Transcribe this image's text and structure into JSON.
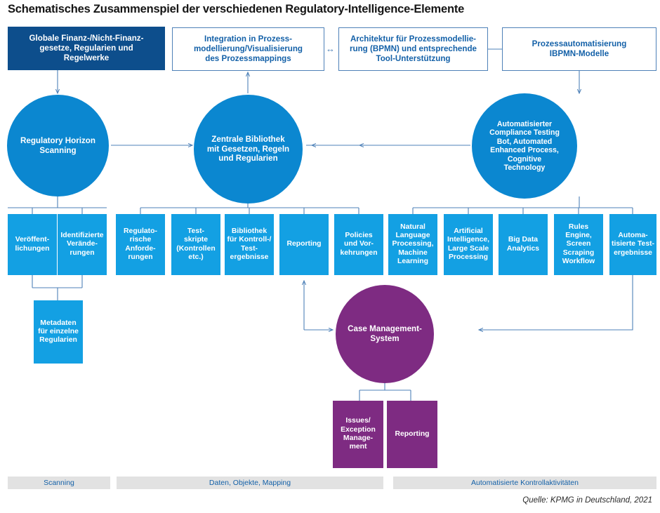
{
  "title": "Schematisches Zusammenspiel der verschiedenen Regulatory-Intelligence-Elemente",
  "source": "Quelle: KPMG in Deutschland, 2021",
  "colors": {
    "dark_blue": "#0d4e8c",
    "circle_blue": "#0b87d0",
    "chip_blue": "#13a0e3",
    "purple": "#7e2b82",
    "outline_blue": "#4e81b8",
    "text_blue": "#1461a8",
    "legend_grey": "#e2e2e2"
  },
  "top_row": [
    {
      "label": "Globale Finanz-/Nicht-Finanz-\ngesetze, Regularien und\nRegelwerke",
      "style": "filled-dark"
    },
    {
      "label": "Integration in Prozess-\nmodellierung/Visualisierung\ndes Prozessmappings",
      "style": "outline"
    },
    {
      "label": "Architektur für Prozessmodellie-\nrung (BPMN) und entsprechende\nTool-Unterstützung",
      "style": "outline"
    },
    {
      "label": "Prozessautomatisierung\nIBPMN-Modelle",
      "style": "outline"
    }
  ],
  "circles": [
    {
      "label": "Regulatory Horizon\nScanning",
      "color": "blue"
    },
    {
      "label": "Zentrale Bibliothek\nmit Gesetzen, Regeln\nund Regularien",
      "color": "blue"
    },
    {
      "label": "Automatisierter\nCompliance Testing\nBot, Automated\nEnhanced Process,\nCognitive\nTechnology",
      "color": "blue"
    },
    {
      "label": "Case Management-\nSystem",
      "color": "purple"
    }
  ],
  "scanning_chips": [
    {
      "label": "Veröffent-\nlichungen"
    },
    {
      "label": "Identifizierte\nVerände-\nrungen"
    }
  ],
  "metadata_chip": {
    "label": "Metadaten\nfür einzelne\nRegularien"
  },
  "data_chips": [
    {
      "label": "Regulato-\nrische\nAnforde-\nrungen"
    },
    {
      "label": "Test-\nskripte\n(Kontrollen\netc.)"
    },
    {
      "label": "Bibliothek\nfür Kontroll-/\nTest-\nergebnisse"
    },
    {
      "label": "Reporting"
    },
    {
      "label": "Policies\nund Vor-\nkehrungen"
    }
  ],
  "automation_chips": [
    {
      "label": "Natural\nLanguage\nProcessing,\nMachine\nLearning"
    },
    {
      "label": "Artificial\nIntelligence,\nLarge Scale\nProcessing"
    },
    {
      "label": "Big Data\nAnalytics"
    },
    {
      "label": "Rules\nEngine,\nScreen\nScraping\nWorkflow"
    },
    {
      "label": "Automa-\ntisierte Test-\nergebnisse"
    }
  ],
  "case_chips": [
    {
      "label": "Issues/\nException\nManage-\nment"
    },
    {
      "label": "Reporting"
    }
  ],
  "legend": [
    {
      "label": "Scanning"
    },
    {
      "label": "Daten, Objekte, Mapping"
    },
    {
      "label": "Automatisierte Kontrollaktivitäten"
    }
  ],
  "bidirectional_glyph": "↔"
}
